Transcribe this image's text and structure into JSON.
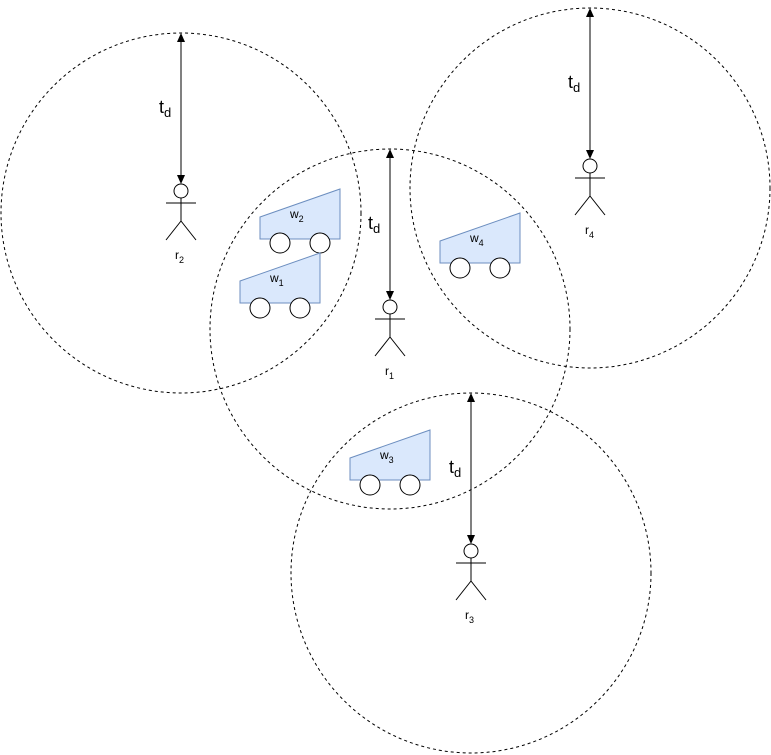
{
  "labels": {
    "td_main": "t",
    "td_sub": "d"
  },
  "robots": [
    {
      "letter": "r",
      "index": "1"
    },
    {
      "letter": "r",
      "index": "2"
    },
    {
      "letter": "r",
      "index": "3"
    },
    {
      "letter": "r",
      "index": "4"
    }
  ],
  "wagons": [
    {
      "letter": "w",
      "index": "1"
    },
    {
      "letter": "w",
      "index": "2"
    },
    {
      "letter": "w",
      "index": "3"
    },
    {
      "letter": "w",
      "index": "4"
    }
  ],
  "colors": {
    "wagon_fill": "#dae8fc",
    "wagon_stroke": "#6c8ebf"
  }
}
